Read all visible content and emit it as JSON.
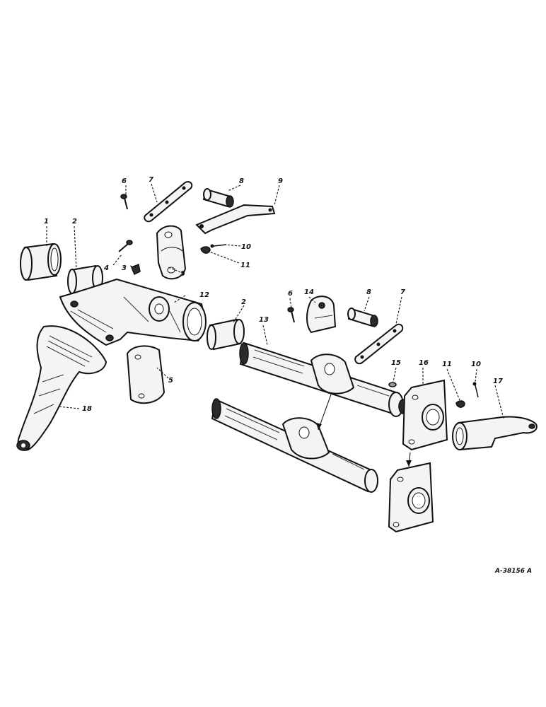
{
  "callouts": {
    "c1": "1",
    "c2a": "2",
    "c2b": "2",
    "c3": "3",
    "c4": "4",
    "c5a": "5",
    "c5b": "5",
    "c6a": "6",
    "c6b": "6",
    "c7a": "7",
    "c7b": "7",
    "c8a": "8",
    "c8b": "8",
    "c9": "9",
    "c10a": "10",
    "c10b": "10",
    "c11a": "11",
    "c11b": "11",
    "c12": "12",
    "c13": "13",
    "c14": "14",
    "c15": "15",
    "c16": "16",
    "c17": "17",
    "c18": "18"
  },
  "reference": "A-38156 A"
}
